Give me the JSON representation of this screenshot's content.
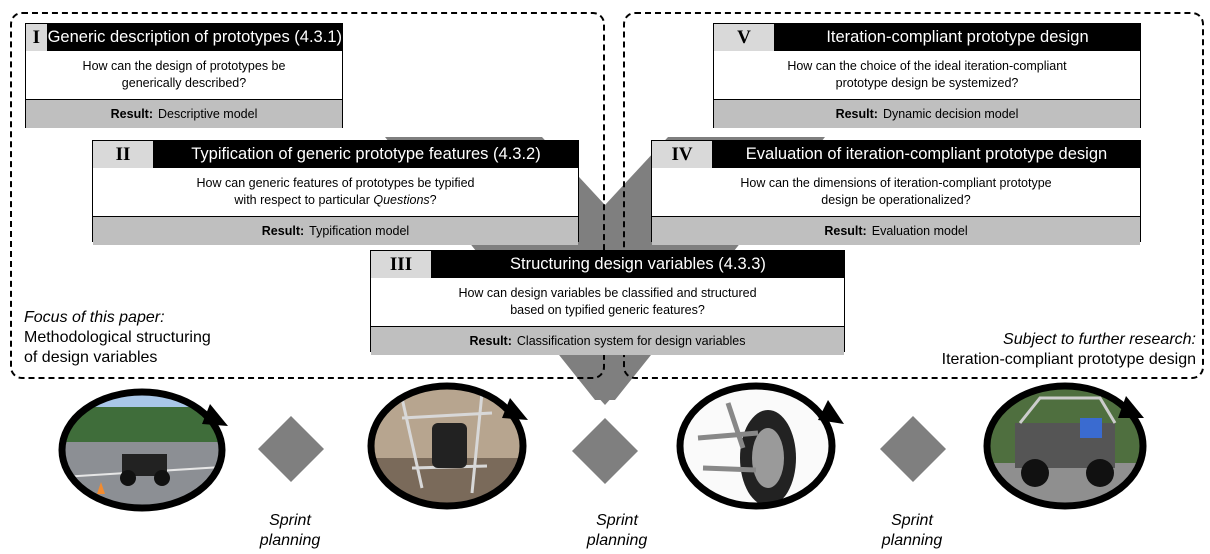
{
  "stages": [
    {
      "num": "I",
      "title": "Generic description of prototypes (4.3.1)",
      "question": [
        "How can the design of prototypes be",
        "generically described?"
      ],
      "result_label": "Result:",
      "result_value": "Descriptive model"
    },
    {
      "num": "II",
      "title": "Typification of generic prototype features (4.3.2)",
      "question": [
        "How can generic features of prototypes be typified",
        "with respect to particular "
      ],
      "question_italic": "Questions",
      "question_end": "?",
      "result_label": "Result:",
      "result_value": "Typification model"
    },
    {
      "num": "III",
      "title": "Structuring design variables (4.3.3)",
      "question": [
        "How can design variables be classified and structured",
        "based on typified generic features?"
      ],
      "result_label": "Result:",
      "result_value": "Classification system for design variables"
    },
    {
      "num": "IV",
      "title": "Evaluation of iteration-compliant prototype design",
      "question": [
        "How can the dimensions of iteration-compliant prototype",
        "design be operationalized?"
      ],
      "result_label": "Result:",
      "result_value": "Evaluation model"
    },
    {
      "num": "V",
      "title": "Iteration-compliant prototype design",
      "question": [
        "How can the choice of the ideal iteration-compliant",
        "prototype design be systemized?"
      ],
      "result_label": "Result:",
      "result_value": "Dynamic decision model"
    }
  ],
  "focus": {
    "heading": "Focus of this paper:",
    "line1": "Methodological structuring",
    "line2": "of design variables"
  },
  "further": {
    "heading": "Subject to further research:",
    "line1": "Iteration-compliant prototype design"
  },
  "sprint": [
    {
      "line1": "Sprint",
      "line2": "planning"
    },
    {
      "line1": "Sprint",
      "line2": "planning"
    },
    {
      "line1": "Sprint",
      "line2": "planning"
    }
  ],
  "colors": {
    "diamond": "#7f7f7f",
    "result_bg": "#bfbfbf",
    "num_bg": "#d9d9d9"
  },
  "icons": [
    "buggy-on-track-photo",
    "vehicle-frame-seat-photo",
    "wheel-suspension-photo",
    "buggy-prototype-photo",
    "diamond-icon"
  ]
}
